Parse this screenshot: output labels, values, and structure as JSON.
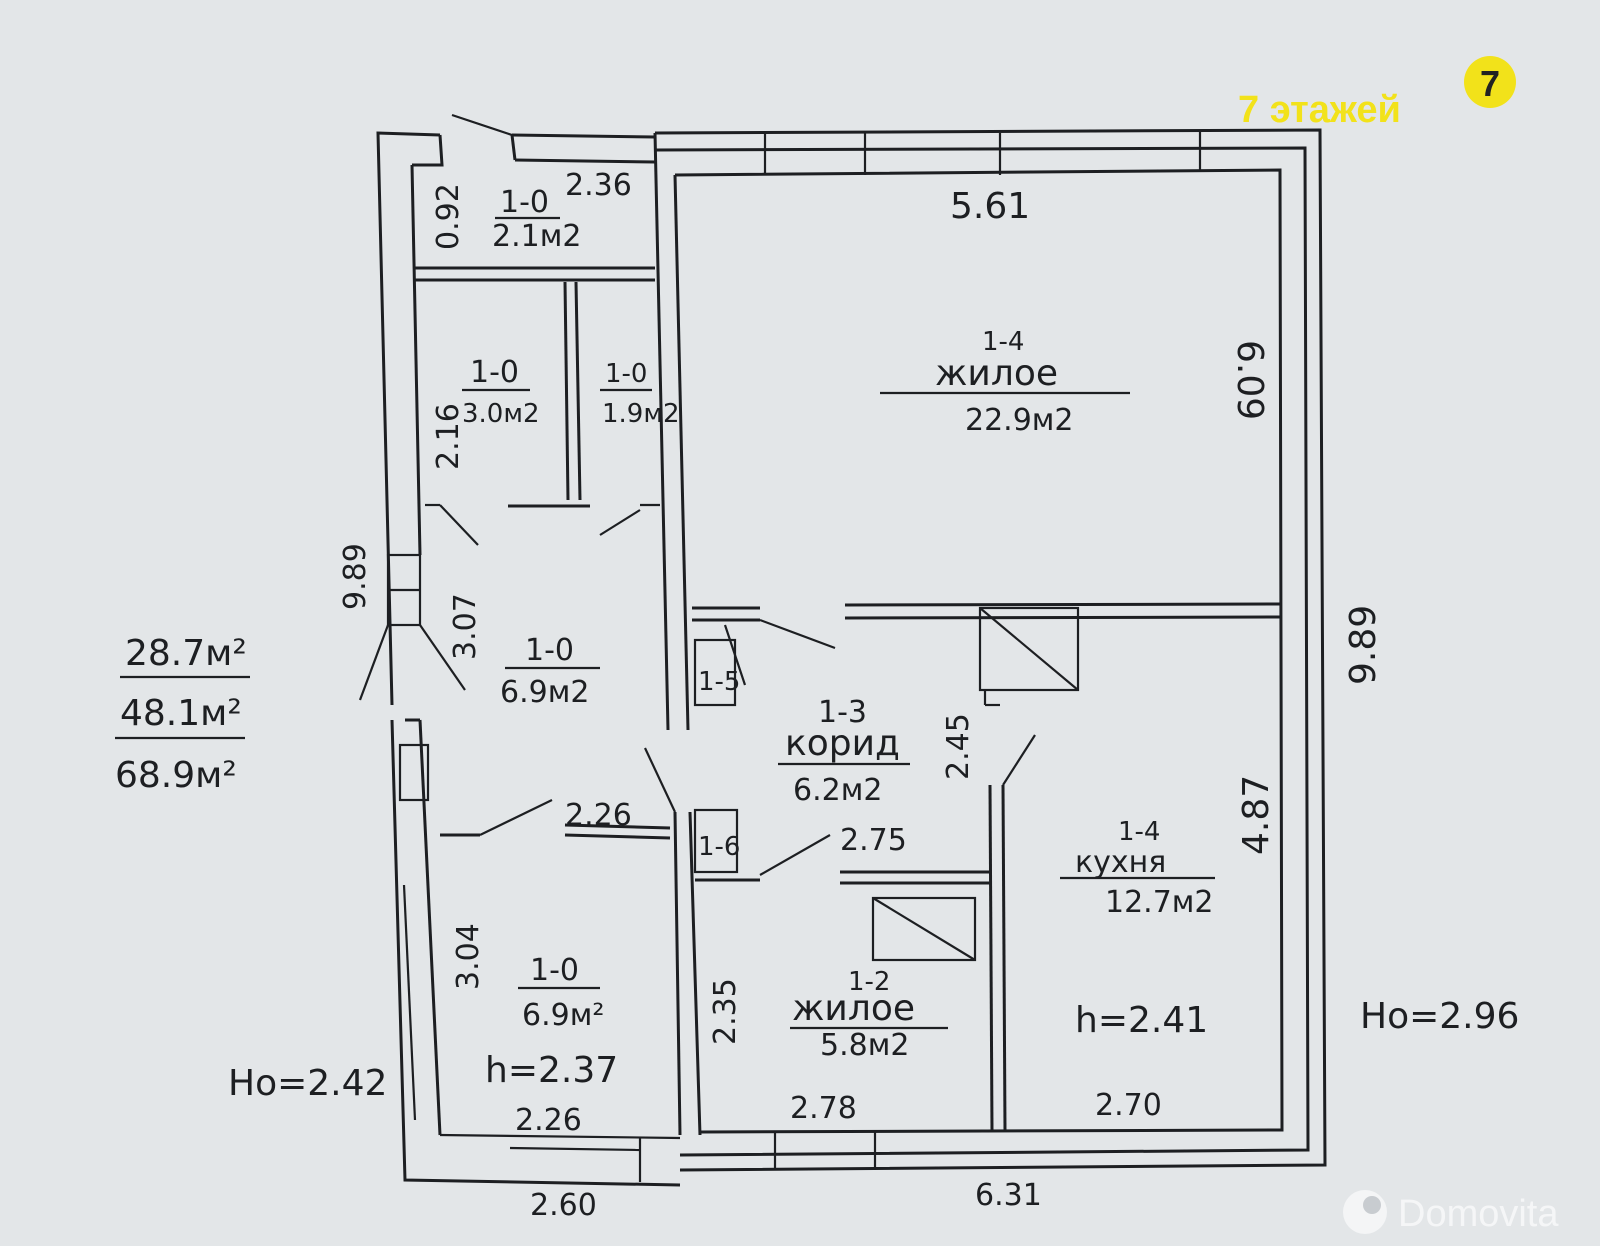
{
  "brand": {
    "floors_text": "7 этажей",
    "floors_logo_glyph": "7",
    "floors_logo_color": "#f2e21a",
    "watermark_text": "Domovita",
    "watermark_icon": "domovita-logo-icon"
  },
  "areas_summary": {
    "line1": "28.7м²",
    "line2": "48.1м²",
    "line3": "68.9м²"
  },
  "rooms": {
    "vestibule": {
      "code": "1-0",
      "area": "2.1м2"
    },
    "storage_left": {
      "code": "1-0",
      "area": "3.0м2"
    },
    "storage_right": {
      "code": "1-0",
      "area": "1.9м2"
    },
    "living_big": {
      "code": "1-4",
      "name": "жилое",
      "area": "22.9м2"
    },
    "hall_left": {
      "code": "1-0",
      "area": "6.9м2"
    },
    "corridor": {
      "code": "1-3",
      "name": "корид",
      "area": "6.2м2"
    },
    "lower_left": {
      "code": "1-0",
      "area": "6.9м²",
      "height": "h=2.37"
    },
    "living_small": {
      "code": "1-2",
      "name": "жилое",
      "area": "5.8м2"
    },
    "kitchen": {
      "code": "1-4",
      "name": "кухня",
      "area": "12.7м2",
      "height": "h=2.41"
    },
    "toilet_upper": {
      "code": "1-5"
    },
    "toilet_lower": {
      "code": "1-6"
    }
  },
  "dimensions": {
    "d_236": "2.36",
    "d_092": "0.92",
    "d_561": "5.61",
    "d_609": "6.09",
    "d_216": "2.16",
    "d_307": "3.07",
    "d_989_left": "9.89",
    "d_989_right": "9.89",
    "d_245": "2.45",
    "d_226_mid": "2.26",
    "d_275": "2.75",
    "d_487": "4.87",
    "d_304": "3.04",
    "d_235": "2.35",
    "d_226_bottom": "2.26",
    "d_278": "2.78",
    "d_270": "2.70",
    "d_260": "2.60",
    "d_631": "6.31"
  },
  "heights": {
    "left": "Hо=2.42",
    "right": "Hо=2.96"
  }
}
